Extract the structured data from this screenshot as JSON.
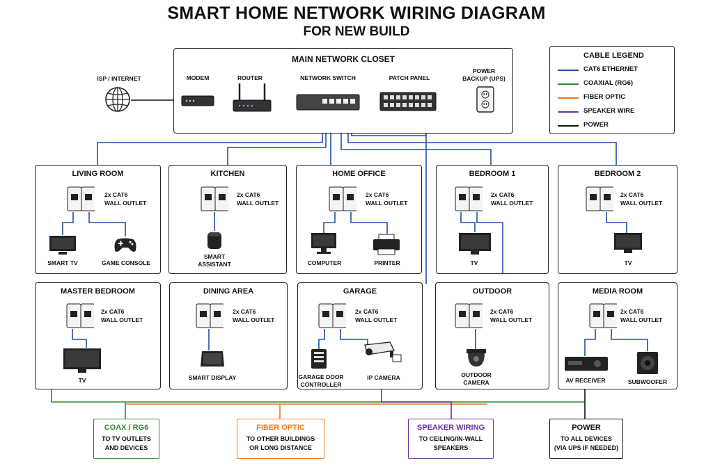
{
  "title": "SMART HOME NETWORK WIRING DIAGRAM",
  "subtitle": "FOR NEW BUILD",
  "isp_label": "ISP / INTERNET",
  "closet": {
    "title": "MAIN NETWORK CLOSET",
    "modem": "MODEM",
    "router": "ROUTER",
    "switch": "NETWORK SWITCH",
    "patch_panel": "PATCH PANEL",
    "ups_line1": "POWER",
    "ups_line2": "BACKUP (UPS)"
  },
  "legend": {
    "title": "CABLE LEGEND",
    "items": [
      {
        "label": "CAT6 ETHERNET",
        "color": "#1f4fa3"
      },
      {
        "label": "COAXIAL (RG6)",
        "color": "#2e8b2e"
      },
      {
        "label": "FIBER OPTIC",
        "color": "#f07818"
      },
      {
        "label": "SPEAKER WIRE",
        "color": "#7030a0"
      },
      {
        "label": "POWER",
        "color": "#111111"
      }
    ]
  },
  "outlet_line1": "2x CAT6",
  "outlet_line2": "WALL OUTLET",
  "rooms": {
    "living_room": {
      "title": "LIVING ROOM",
      "dev1": "SMART TV",
      "dev2": "GAME CONSOLE"
    },
    "kitchen": {
      "title": "KITCHEN",
      "dev1a": "SMART",
      "dev1b": "ASSISTANT"
    },
    "home_office": {
      "title": "HOME OFFICE",
      "dev1": "COMPUTER",
      "dev2": "PRINTER"
    },
    "bedroom1": {
      "title": "BEDROOM 1",
      "dev1": "TV"
    },
    "bedroom2": {
      "title": "BEDROOM 2",
      "dev1": "TV"
    },
    "master_bedroom": {
      "title": "MASTER BEDROOM",
      "dev1": "TV"
    },
    "dining_area": {
      "title": "DINING AREA",
      "dev1": "SMART DISPLAY"
    },
    "garage": {
      "title": "GARAGE",
      "dev1a": "GARAGE DOOR",
      "dev1b": "CONTROLLER",
      "dev2": "IP CAMERA"
    },
    "outdoor": {
      "title": "OUTDOOR",
      "dev1a": "OUTDOOR",
      "dev1b": "CAMERA"
    },
    "media_room": {
      "title": "MEDIA ROOM",
      "dev1": "AV RECEIVER",
      "dev2": "SUBWOOFER"
    }
  },
  "bottom": {
    "coax": {
      "title": "COAX / RG6",
      "line1": "TO TV OUTLETS",
      "line2": "AND DEVICES",
      "color": "#2e8b2e"
    },
    "fiber": {
      "title": "FIBER OPTIC",
      "line1": "TO OTHER BUILDINGS",
      "line2": "OR LONG DISTANCE",
      "color": "#f07818"
    },
    "speaker": {
      "title": "SPEAKER WIRING",
      "line1": "TO CEILING/IN-WALL",
      "line2": "SPEAKERS",
      "color": "#7030a0"
    },
    "power": {
      "title": "POWER",
      "line1": "TO ALL DEVICES",
      "line2": "(VIA UPS IF NEEDED)",
      "color": "#111111"
    }
  }
}
